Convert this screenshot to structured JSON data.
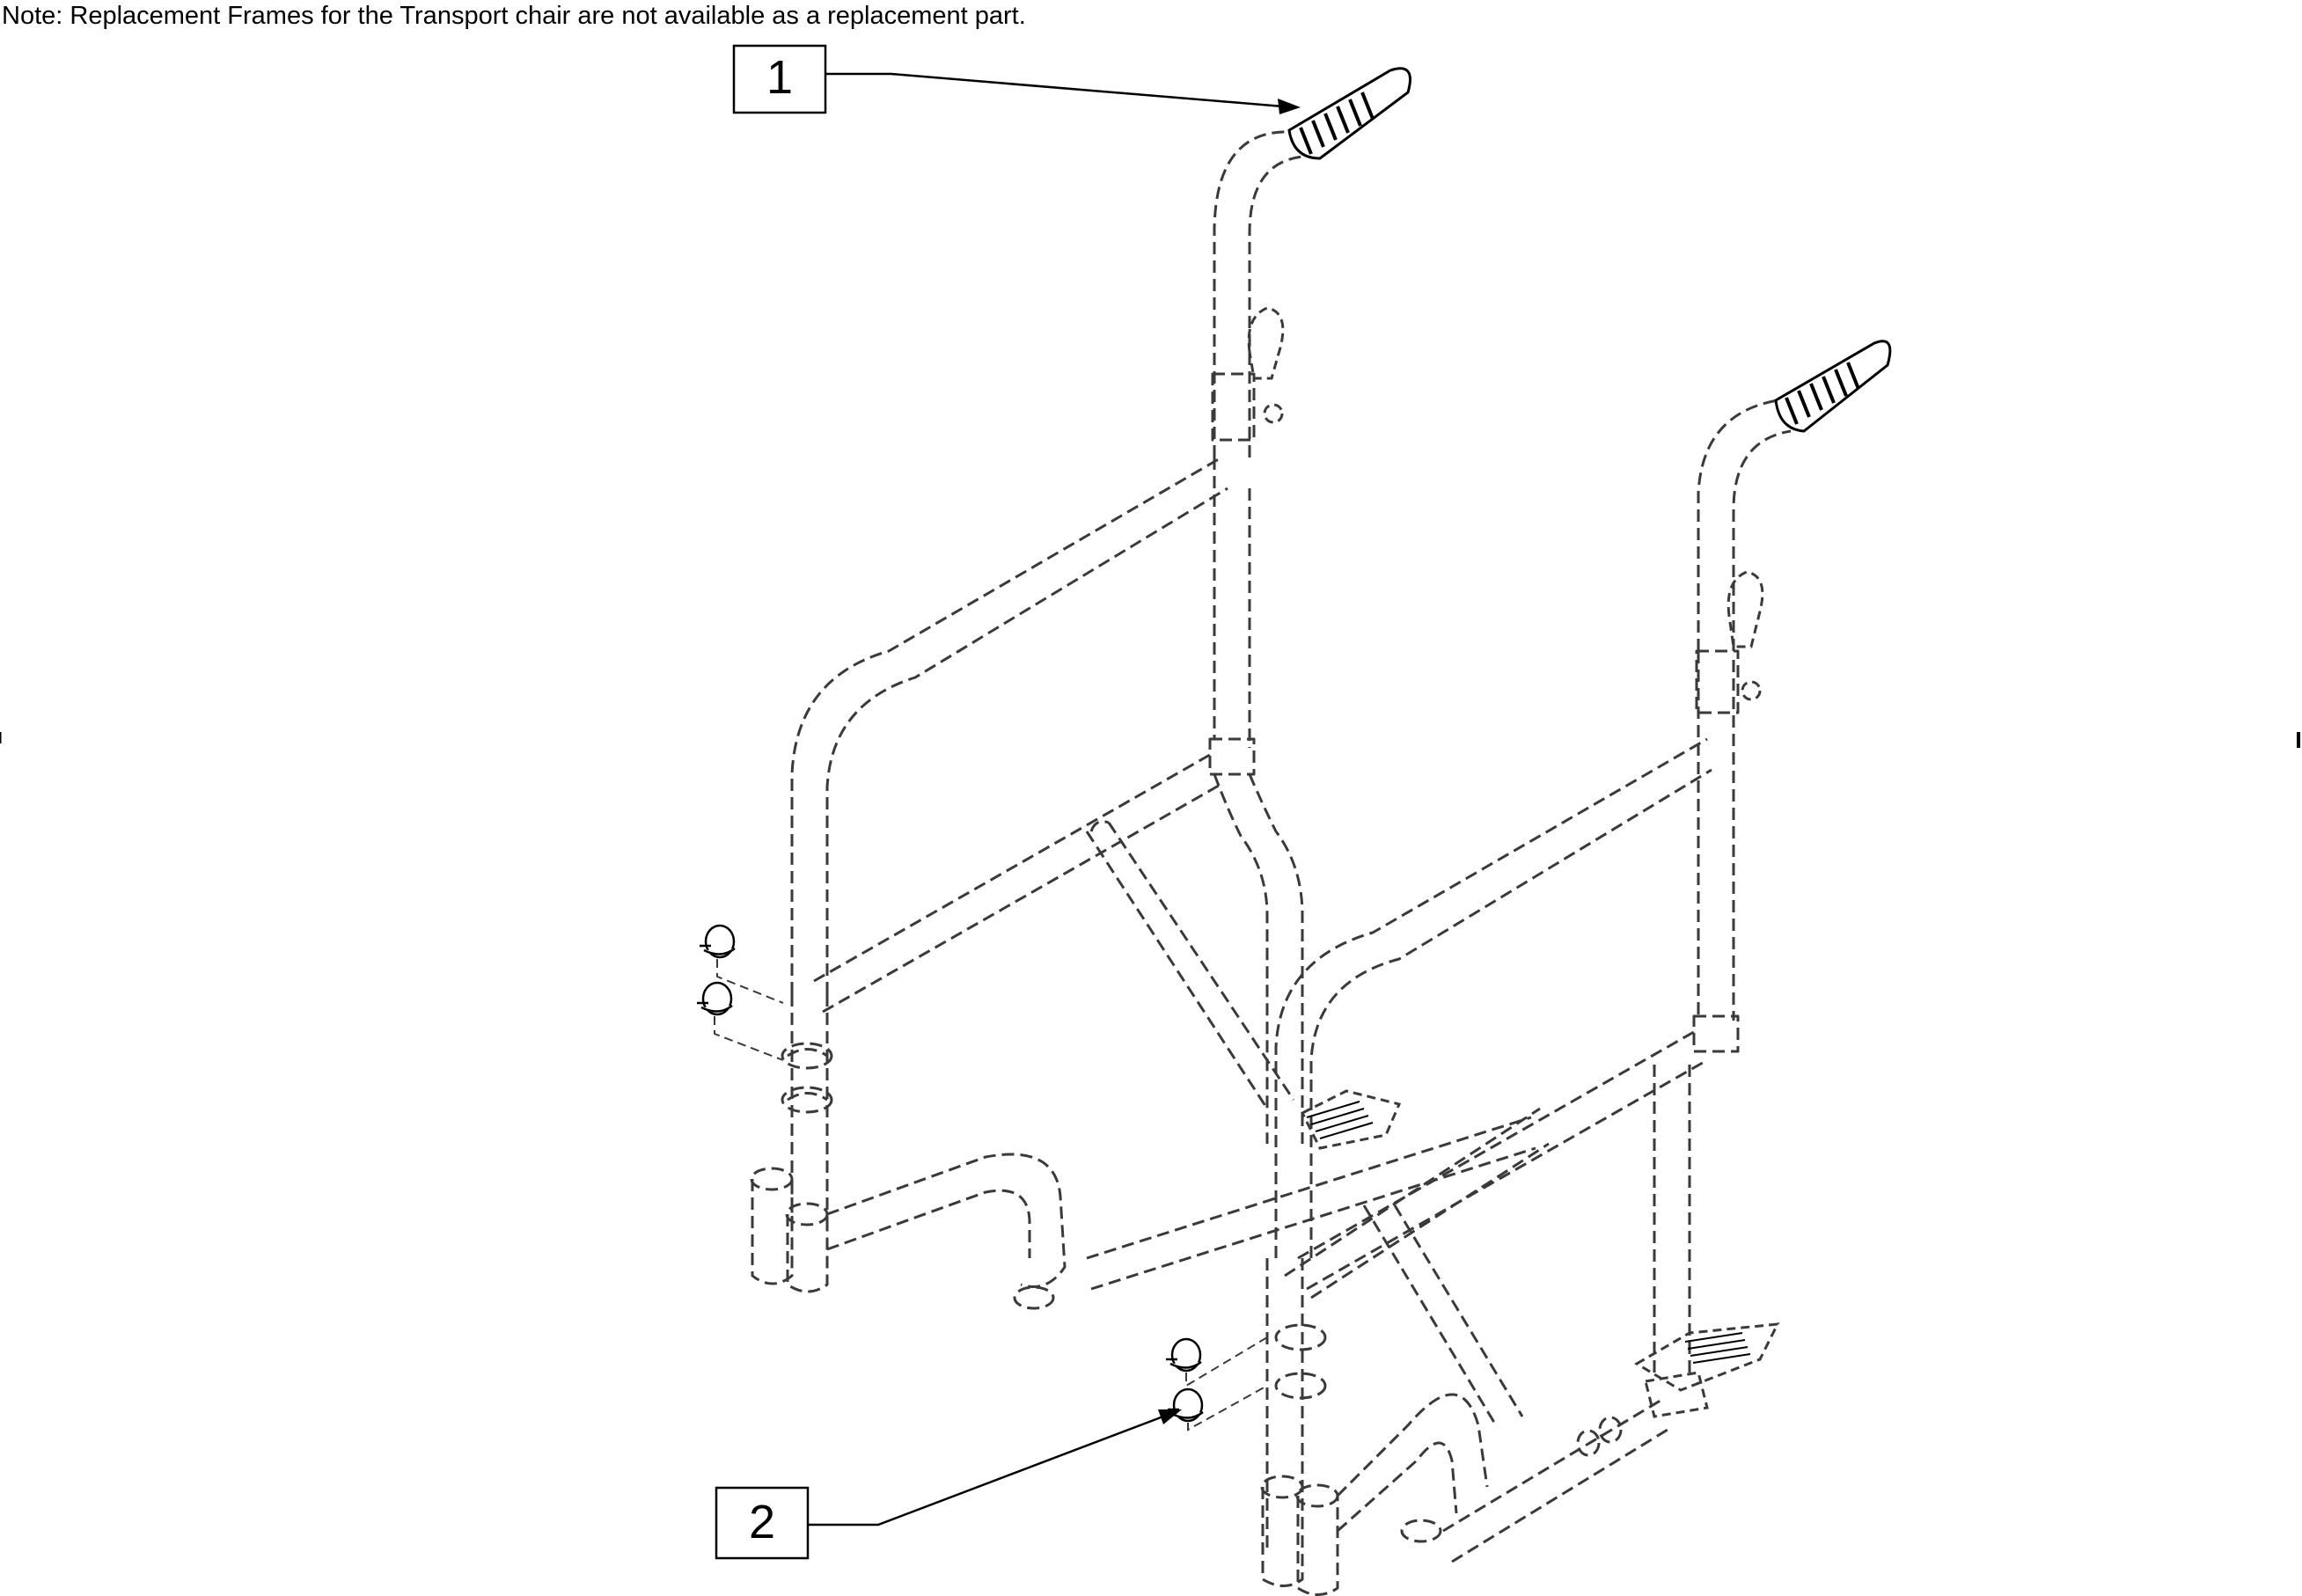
{
  "note": "Note: Replacement Frames for the Transport chair are not available as a replacement part.",
  "callouts": [
    {
      "label": "1",
      "part": "handle-grip"
    },
    {
      "label": "2",
      "part": "knob-screw"
    }
  ],
  "colors": {
    "line": "#000000",
    "frame_dash": "#3a3a3a",
    "background": "#ffffff"
  }
}
